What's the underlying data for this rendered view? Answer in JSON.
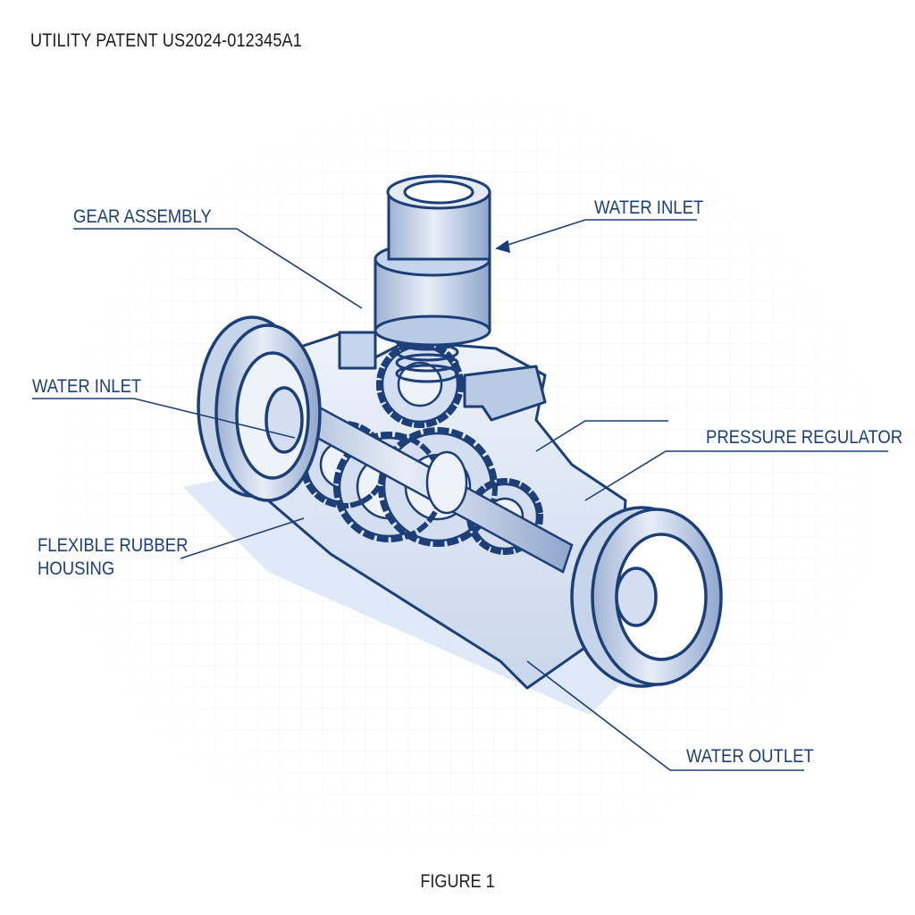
{
  "header": {
    "title": "UTILITY PATENT US2024-012345A1"
  },
  "caption": {
    "text": "FIGURE 1"
  },
  "callouts": {
    "gear_assembly": "GEAR ASSEMBLY",
    "water_inlet_top": "WATER INLET",
    "water_inlet_left": "WATER INLET",
    "pressure_regulator": "PRESSURE REGULATOR",
    "flexible_rubber_housing": "FLEXIBLE RUBBER\nHOUSING",
    "water_outlet": "WATER OUTLET"
  },
  "colors": {
    "ink": "#1c3f78",
    "fill_light": "#dbe5f3",
    "fill_mid": "#b9cae4",
    "shadow": "#dce7f6",
    "grid": "#e6ecf4"
  }
}
